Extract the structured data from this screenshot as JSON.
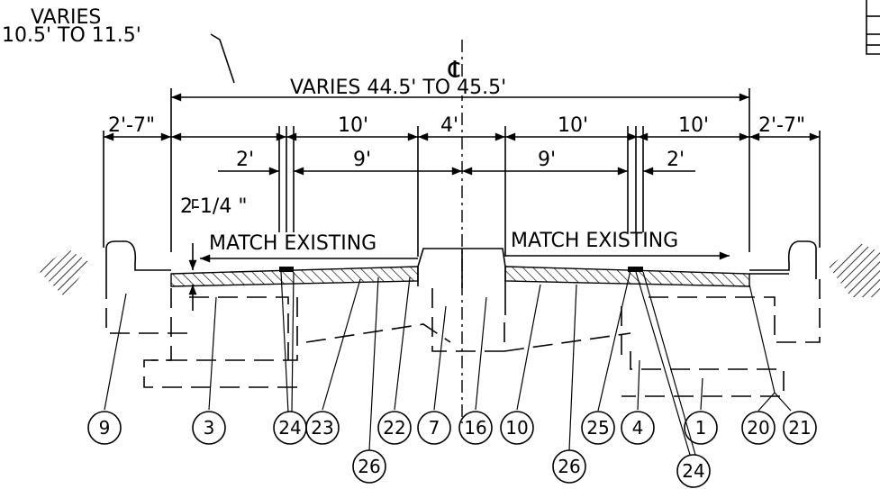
{
  "labels": {
    "varies_lane_line1": "VARIES",
    "varies_lane_line2": "10.5' TO 11.5'",
    "centerline": "℄",
    "overall_width": "VARIES 44.5' TO 45.5'",
    "left_sidewalk": "2'-7\"",
    "right_sidewalk": "2'-7\"",
    "lane_10_a": "10'",
    "median_4": "4'",
    "lane_10_b": "10'",
    "lane_10_c": "10'",
    "gap_2_left": "2'",
    "width_9_left": "9'",
    "width_9_right": "9'",
    "gap_2_right": "2'",
    "thickness": "2-1/4 \"",
    "match_existing_left": "MATCH EXISTING",
    "match_existing_right": "MATCH EXISTING"
  },
  "callouts": [
    {
      "id": "c9",
      "label": "9"
    },
    {
      "id": "c3",
      "label": "3"
    },
    {
      "id": "c24a",
      "label": "24"
    },
    {
      "id": "c23",
      "label": "23"
    },
    {
      "id": "c22",
      "label": "22"
    },
    {
      "id": "c7",
      "label": "7"
    },
    {
      "id": "c16",
      "label": "16"
    },
    {
      "id": "c10",
      "label": "10"
    },
    {
      "id": "c25",
      "label": "25"
    },
    {
      "id": "c4",
      "label": "4"
    },
    {
      "id": "c1",
      "label": "1"
    },
    {
      "id": "c20",
      "label": "20"
    },
    {
      "id": "c21",
      "label": "21"
    },
    {
      "id": "c26a",
      "label": "26"
    },
    {
      "id": "c26b",
      "label": "26"
    },
    {
      "id": "c24b",
      "label": "24"
    }
  ]
}
